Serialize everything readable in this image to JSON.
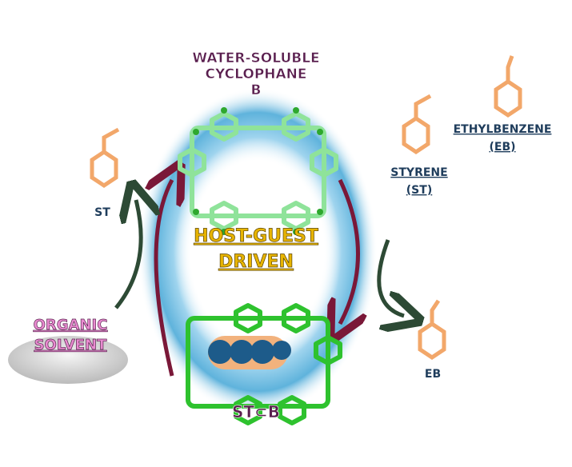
{
  "title": {
    "line1": "WATER-SOLUBLE",
    "line2": "CYCLOPHANE",
    "line3": "B"
  },
  "labels": {
    "st_left": "ST",
    "styrene": "STYRENE",
    "styrene_abbr": "(ST)",
    "ethylbenzene": "ETHYLBENZENE",
    "ethylbenzene_abbr": "(EB)",
    "host_guest": "HOST-GUEST",
    "driven": "DRIVEN",
    "organic": "ORGANIC",
    "solvent": "SOLVENT",
    "eb_right": "EB",
    "complex": "ST⊂B"
  },
  "colors": {
    "water": "#7cc3e4",
    "host_light": "#8fe39a",
    "host_dark": "#2ec22e",
    "guest_orange": "#f2a76a",
    "guest_blue": "#1d5b8a",
    "arrow_red": "#7a1838",
    "arrow_green": "#2d4a35"
  }
}
